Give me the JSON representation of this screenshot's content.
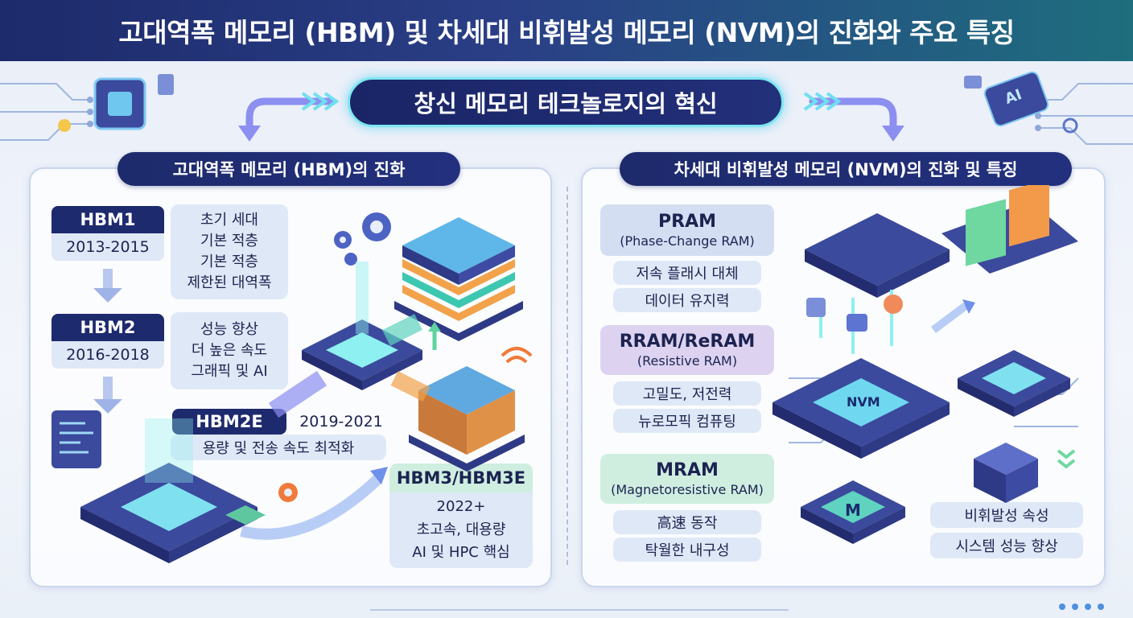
{
  "title": "고대역폭 메모리 (HBM) 및 차세대 비휘발성 메모리 (NVM)의 진화와 주요 특징",
  "hero": "창신 메모리 테크놀로지의 혁신",
  "left": {
    "section_title": "고대역폭 메모리 (HBM)의 진화",
    "generations": [
      {
        "name": "HBM1",
        "years": "2013-2015",
        "desc": [
          "초기 세대",
          "기본 적층",
          "기본 적층",
          "제한된 대역폭"
        ]
      },
      {
        "name": "HBM2",
        "years": "2016-2018",
        "desc": [
          "성능 향상",
          "더 높은 속도",
          "그래픽 및 AI"
        ]
      },
      {
        "name": "HBM2E",
        "years": "2019-2021",
        "desc": [
          "용량 및 전송 속도 최적화"
        ]
      },
      {
        "name": "HBM3/HBM3E",
        "years": "2022+",
        "desc": [
          "초고속, 대용량",
          "AI 및 HPC 핵심"
        ]
      }
    ]
  },
  "right": {
    "section_title": "차세대 비휘발성 메모리 (NVM)의 진화 및 특징",
    "types": [
      {
        "name": "PRAM",
        "full": "(Phase-Change RAM)",
        "features": [
          "저속 플래시 대체",
          "데이터 유지력"
        ]
      },
      {
        "name": "RRAM/ReRAM",
        "full": "(Resistive RAM)",
        "features": [
          "고밀도, 저전력",
          "뉴로모픽 컴퓨팅"
        ]
      },
      {
        "name": "MRAM",
        "full": "(Magnetoresistive RAM)",
        "features": [
          "高速 동작",
          "탁월한 내구성"
        ]
      }
    ],
    "summary": [
      "비휘발성 속성",
      "시스템 성능 향상"
    ],
    "chip_labels": {
      "nvm": "NVM",
      "m": "M",
      "ai": "AI"
    }
  },
  "colors": {
    "navy": "#1d2a6b",
    "teal": "#1e6e7e",
    "light_box": "#dfe8f6",
    "pram_head": "#d4def3",
    "rram_head": "#ddd3f1",
    "mram_head": "#cfeee0",
    "glow": "#7fe6f0"
  }
}
